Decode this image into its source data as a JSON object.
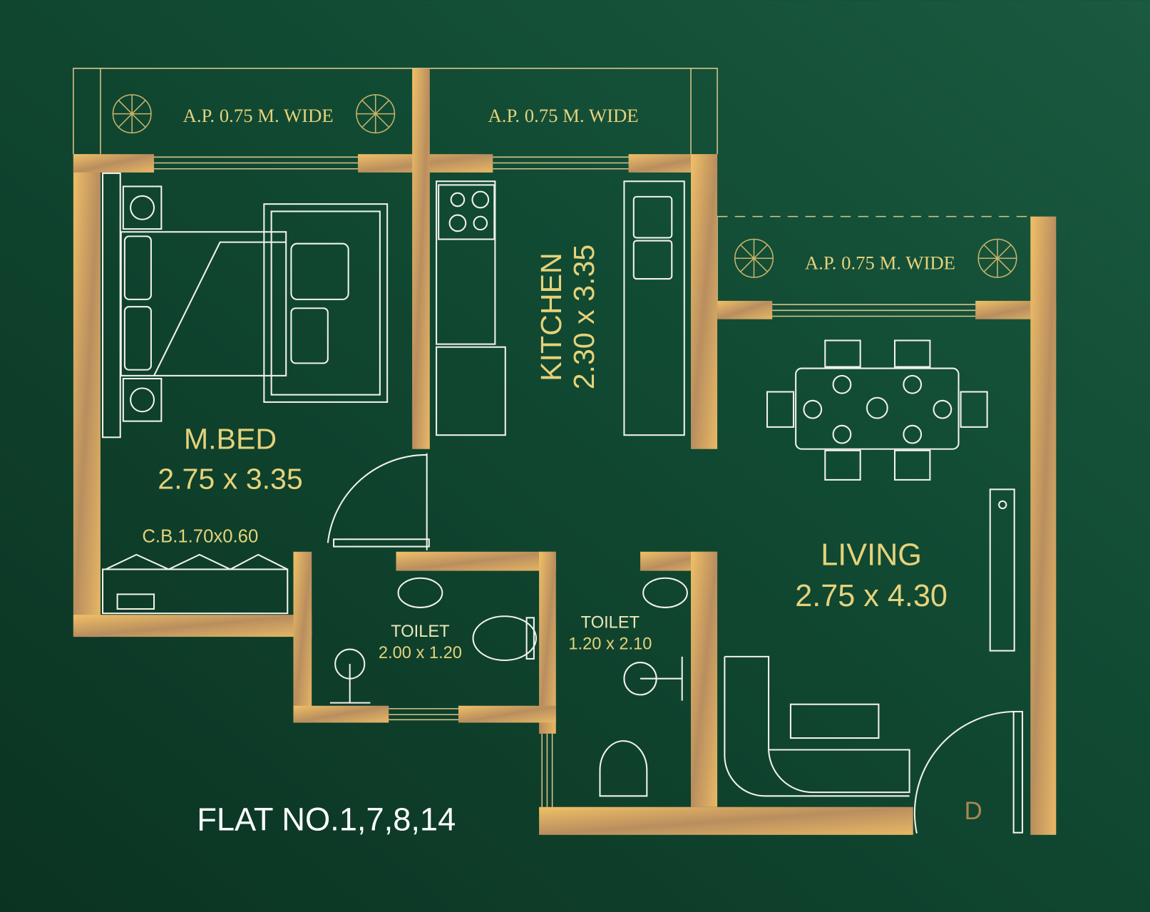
{
  "balconies": [
    {
      "label": "A.P. 0.75 M. WIDE"
    },
    {
      "label": "A.P. 0.75 M. WIDE"
    },
    {
      "label": "A.P. 0.75 M. WIDE"
    }
  ],
  "rooms": {
    "master_bed": {
      "name": "M.BED",
      "size": "2.75 x 3.35"
    },
    "kitchen": {
      "name": "KITCHEN",
      "size": "2.30 x 3.35"
    },
    "living": {
      "name": "LIVING",
      "size": "2.75 x 4.30"
    },
    "toilet1": {
      "name": "TOILET",
      "size": "2.00 x 1.20"
    },
    "toilet2": {
      "name": "TOILET",
      "size": "1.20 x 2.10"
    },
    "cupboard": {
      "label": "C.B.1.70x0.60"
    }
  },
  "door_label": "D",
  "flat_title": "FLAT NO.1,7,8,14",
  "colors": {
    "background": "#0f3d2a",
    "wall_gold": "#d9a85a",
    "text_gold": "#e6d27a"
  }
}
